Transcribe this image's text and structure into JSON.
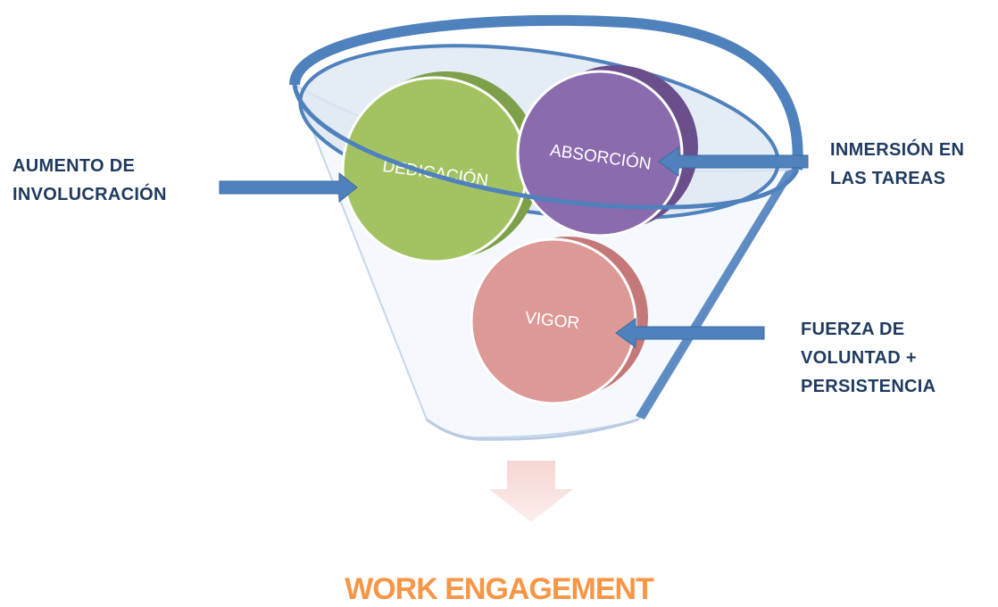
{
  "circles": {
    "dedicacion": {
      "label": "DEDICACIÓN",
      "color": "#9bbb59"
    },
    "absorcion": {
      "label": "ABSORCIÓN",
      "color": "#8064a2"
    },
    "vigor": {
      "label": "VIGOR",
      "color": "#d99594"
    }
  },
  "labels": {
    "left": [
      "AUMENTO DE",
      "INVOLUCRACIÓN"
    ],
    "right_top": [
      "INMERSIÓN EN",
      "LAS TAREAS"
    ],
    "right_bottom": [
      "FUERZA DE",
      "VOLUNTAD +",
      "PERSISTENCIA"
    ]
  },
  "result": {
    "title": "WORK ENGAGEMENT",
    "color": "#f79646"
  },
  "colors": {
    "funnel": "#4f81bd",
    "arrow": "#4f81bd",
    "label_text": "#1f3a5f",
    "down_arrow": "#f2c4bf"
  }
}
